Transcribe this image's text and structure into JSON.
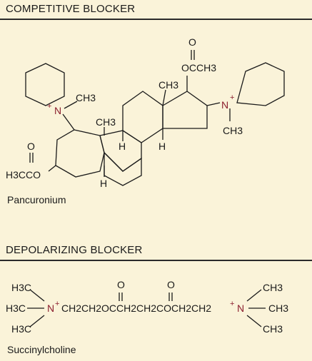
{
  "sections": {
    "competitive": {
      "title": "COMPETITIVE BLOCKER",
      "caption": "Pancuronium"
    },
    "depolarizing": {
      "title": "DEPOLARIZING BLOCKER",
      "caption": "Succinylcholine"
    }
  },
  "pancuronium": {
    "n1": "N",
    "n1_charge": "+",
    "n1_methyl": "CH3",
    "ring_methyl_a": "CH3",
    "ring_methyl_b": "CH3",
    "acetate_top_o": "O",
    "acetate_top": "OCCH3",
    "n2": "N",
    "n2_charge": "+",
    "n2_methyl": "CH3",
    "h_labels": [
      "H",
      "H",
      "H"
    ],
    "acetate_bottom_o": "O",
    "acetate_bottom": "H3CCO"
  },
  "succinylcholine": {
    "left_methyls": [
      "H3C",
      "H3C",
      "H3C"
    ],
    "left_n": "N",
    "left_charge": "+",
    "chain": "CH2CH2OCCH2CH2COCH2CH2",
    "carbonyl_o": [
      "O",
      "O"
    ],
    "right_charge": "+",
    "right_n": "N",
    "right_methyls": [
      "CH3",
      "CH3",
      "CH3"
    ]
  },
  "colors": {
    "background": "#faf3d9",
    "nitrogen": "#8b1e2e",
    "text": "#1a1a1a"
  }
}
